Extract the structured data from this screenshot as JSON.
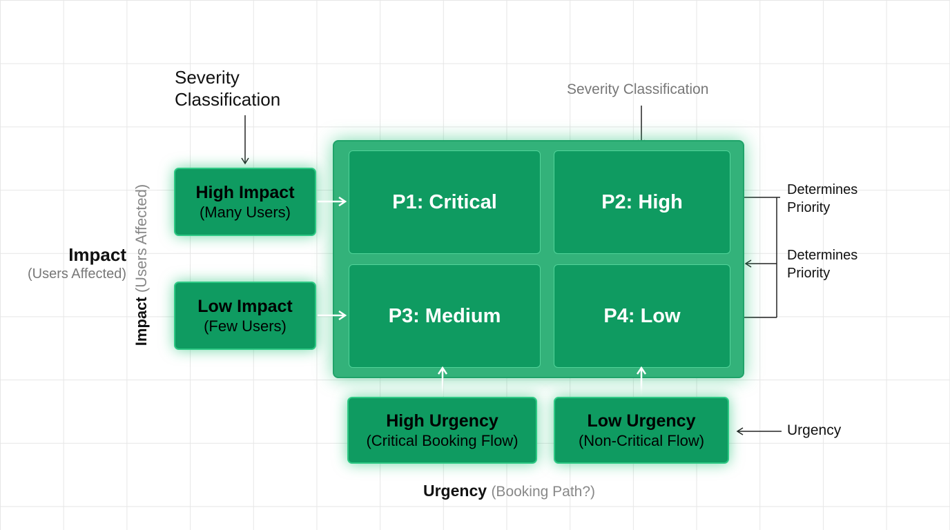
{
  "severity_left": {
    "line1": "Severity",
    "line2": "Classification"
  },
  "severity_top": "Severity Classification",
  "impact_axis": {
    "title": "Impact",
    "sub": "(Users Affected)"
  },
  "impact_vertical": {
    "title": "Impact",
    "sub": "(Users Affected)"
  },
  "impact_rows": [
    {
      "title": "High Impact",
      "sub": "(Many Users)"
    },
    {
      "title": "Low Impact",
      "sub": "(Few Users)"
    }
  ],
  "priority_cells": [
    "P1: Critical",
    "P2: High",
    "P3: Medium",
    "P4: Low"
  ],
  "urgency_cols": [
    {
      "title": "High Urgency",
      "sub": "(Critical Booking Flow)"
    },
    {
      "title": "Low Urgency",
      "sub": "(Non-Critical Flow)"
    }
  ],
  "determines_1": {
    "line1": "Determines",
    "line2": "Priority"
  },
  "determines_2": {
    "line1": "Determines",
    "line2": "Priority"
  },
  "urgency_right": "Urgency",
  "urgency_axis": {
    "title": "Urgency",
    "sub": "(Booking Path?)"
  },
  "colors": {
    "panel": "#33b27a",
    "cell": "#0f9b61",
    "cell_border": "#52d49a",
    "glow": "#14be6e"
  }
}
